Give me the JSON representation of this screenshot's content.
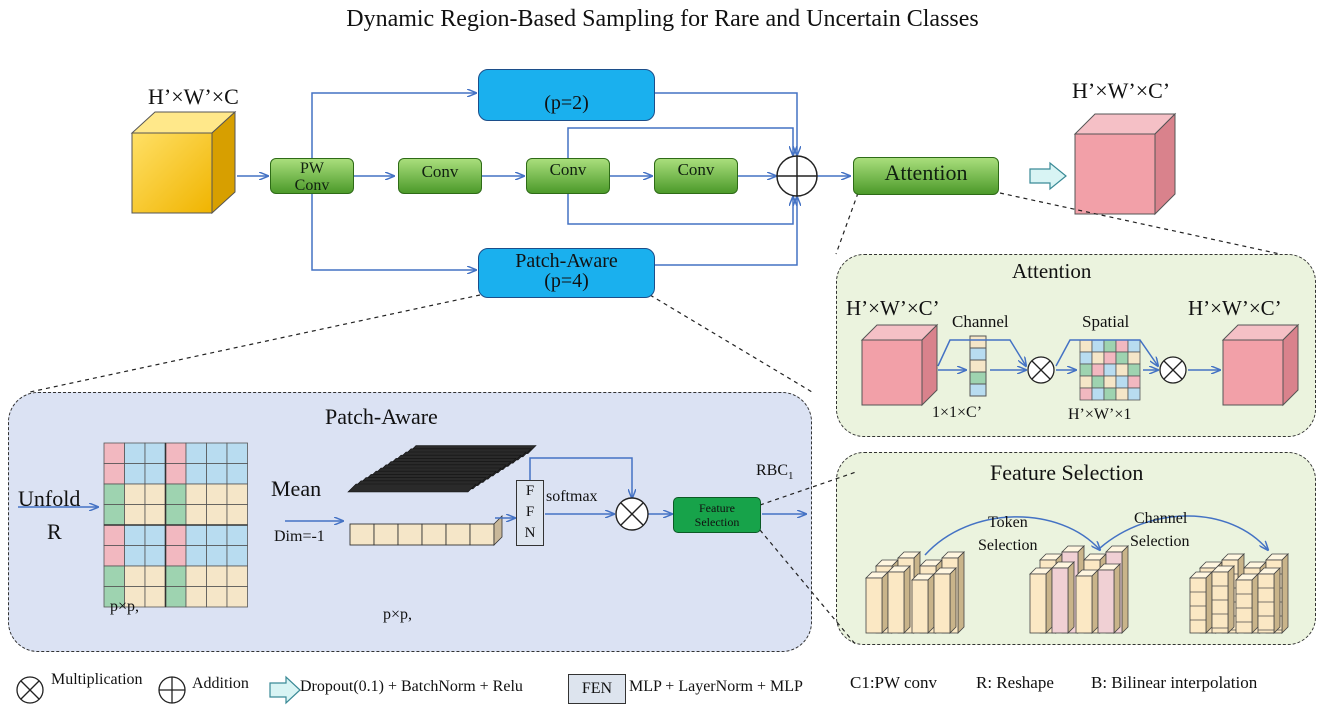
{
  "title": "Dynamic Region-Based Sampling for Rare and Uncertain Classes",
  "top": {
    "input_dim": "H’×W’×C",
    "output_dim": "H’×W’×C’",
    "pw_conv": "PW Conv",
    "conv1": "Conv",
    "conv2": "Conv",
    "conv3": "Conv",
    "top_block": "(p=2)",
    "patch_aware_title": "Patch-Aware",
    "patch_aware_p": "(p=4)",
    "attention": "Attention"
  },
  "attention_panel": {
    "title": "Attention",
    "in_dim": "H’×W’×C’",
    "out_dim": "H’×W’×C’",
    "channel": "Channel",
    "spatial": "Spatial",
    "ch_dim": "1×1×C’",
    "sp_dim": "H’×W’×1"
  },
  "patch_panel": {
    "title": "Patch-Aware",
    "unfold": "Unfold",
    "r": "R",
    "grid_label": "p×p,",
    "mean": "Mean",
    "dim": "Dim=-1",
    "stack_label": "p×p,",
    "ffn": [
      "F",
      "F",
      "N"
    ],
    "softmax": "softmax",
    "feature_selection": "Feature Selection",
    "rbc": "RBC",
    "rbc_sub": "1"
  },
  "feature_panel": {
    "title": "Feature Selection",
    "token": "Token",
    "token2": "Selection",
    "channel": "Channel",
    "channel2": "Selection"
  },
  "legend": {
    "multiplication": "Multiplication",
    "addition": "Addition",
    "dropout": "Dropout(0.1) + BatchNorm + Relu",
    "fen": "FEN",
    "mlp": "MLP + LayerNorm + MLP",
    "c1": "C1:PW conv",
    "reshape": "R: Reshape",
    "bilinear": "B: Bilinear interpolation"
  },
  "colors": {
    "arrow": "#4472c4",
    "yellow_cube": "#f5c400",
    "pink_cube": "#f0a0a8",
    "green_block": "#5aa832",
    "blue_block": "#1ab0ee",
    "green_panel": "#ebf3de",
    "blue_panel": "#dbe2f3"
  }
}
